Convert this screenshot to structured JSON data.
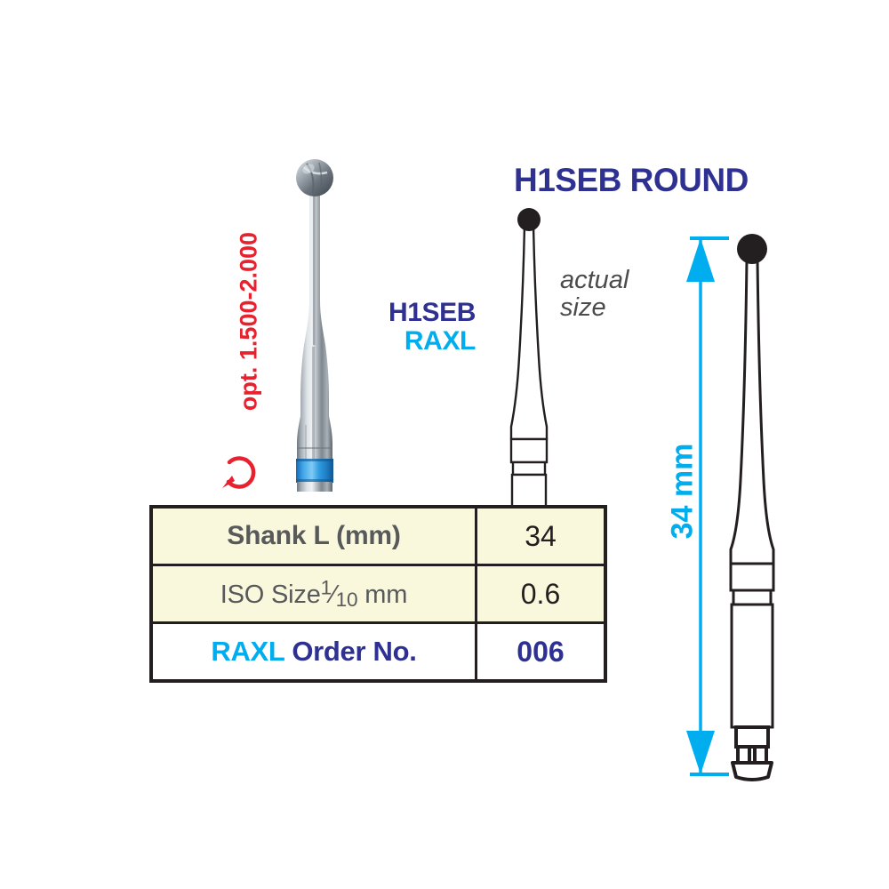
{
  "page": {
    "title": "H1SEB ROUND",
    "background_color": "#ffffff"
  },
  "colors": {
    "navy": "#2E3192",
    "cyan": "#00AEEF",
    "red": "#E8212E",
    "table_cream": "#FAF8DC",
    "table_border": "#231F20",
    "text_gray": "#58595B",
    "steel_light": "#D8DCE0",
    "steel_mid": "#9AA3AB",
    "steel_dark": "#5A636B",
    "bur_blue_ring": "#2E9BE0"
  },
  "labels": {
    "product_title": "H1SEB ROUND",
    "bur_type_line1": "H1SEB",
    "bur_type_line2": "RAXL",
    "actual_size_line1": "actual",
    "actual_size_line2": "size",
    "speed_note": "opt. 1.500-2.000",
    "rotation_icon": "rotation-arrow-icon",
    "dimension_value": "34 mm"
  },
  "table": {
    "rows": [
      {
        "label": "Shank L (mm)",
        "value": "34"
      },
      {
        "label_prefix": "ISO Size",
        "label_fraction_num": "1",
        "label_fraction_den": "10",
        "label_suffix": " mm",
        "value": "0.6"
      },
      {
        "label_brand": "RAXL",
        "label_rest": " Order No.",
        "value": "006"
      }
    ]
  },
  "figures": {
    "left_bur": "carbide-round-bur-photo",
    "middle_bur": "actual-size-bur-outline",
    "right_bur": "ra-latch-bur-outline"
  }
}
